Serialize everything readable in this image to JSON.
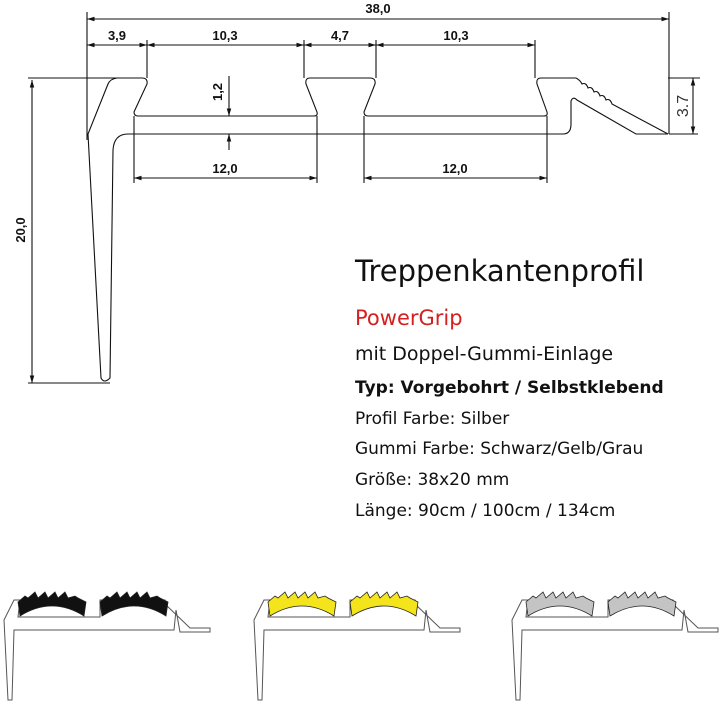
{
  "drawing": {
    "dimensions": {
      "total_width": "38,0",
      "seg1": "3,9",
      "seg2": "10,3",
      "seg3": "4,7",
      "seg4": "10,3",
      "depth": "1,2",
      "channel1": "12,0",
      "channel2": "12,0",
      "nose_height": "3.7",
      "height": "20,0"
    }
  },
  "product": {
    "title": "Treppenkantenprofil",
    "brand": "PowerGrip",
    "subtitle": "mit Doppel-Gummi-Einlage",
    "type": "Typ: Vorgebohrt / Selbstklebend",
    "profile_color": "Profil Farbe: Silber",
    "rubber_color": "Gummi Farbe: Schwarz/Gelb/Grau",
    "size": "Größe: 38x20 mm",
    "length": "Länge: 90cm / 100cm / 134cm"
  },
  "variants": [
    {
      "name": "black",
      "color": "#111111"
    },
    {
      "name": "yellow",
      "color": "#f4e41c"
    },
    {
      "name": "grey",
      "color": "#c4c4c4"
    }
  ]
}
